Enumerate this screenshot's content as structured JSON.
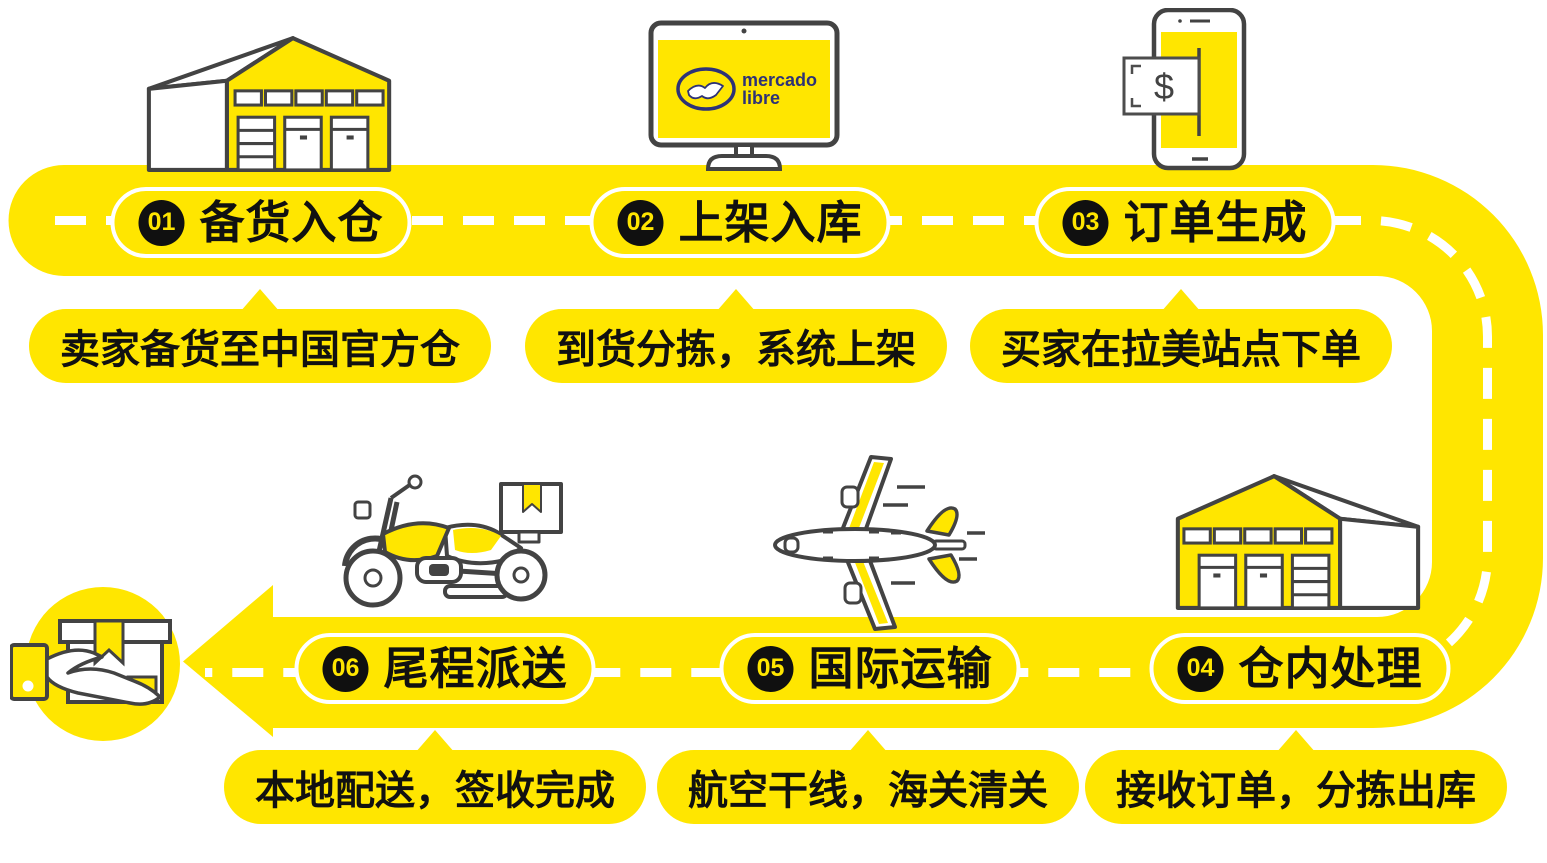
{
  "flow": {
    "steps": [
      {
        "number": "01",
        "label": "备货入仓",
        "description": "卖家备货至中国官方仓",
        "icon": "warehouse-icon"
      },
      {
        "number": "02",
        "label": "上架入库",
        "description": "到货分拣，系统上架",
        "icon": "monitor-icon"
      },
      {
        "number": "03",
        "label": "订单生成",
        "description": "买家在拉美站点下单",
        "icon": "phone-payment-icon"
      },
      {
        "number": "04",
        "label": "仓内处理",
        "description": "接收订单，分拣出库",
        "icon": "warehouse-icon"
      },
      {
        "number": "05",
        "label": "国际运输",
        "description": "航空干线，海关清关",
        "icon": "airplane-icon"
      },
      {
        "number": "06",
        "label": "尾程派送",
        "description": "本地配送，签收完成",
        "icon": "motorcycle-icon"
      }
    ],
    "end_icon": "package-handover-icon"
  },
  "logo": {
    "line1": "mercado",
    "line2": "libre"
  },
  "phone": {
    "currency_symbol": "$"
  },
  "colors": {
    "brand_yellow": "#FFE600",
    "text_black": "#111111",
    "outline_gray": "#434343",
    "logo_navy": "#2D3277",
    "white": "#FFFFFF"
  }
}
